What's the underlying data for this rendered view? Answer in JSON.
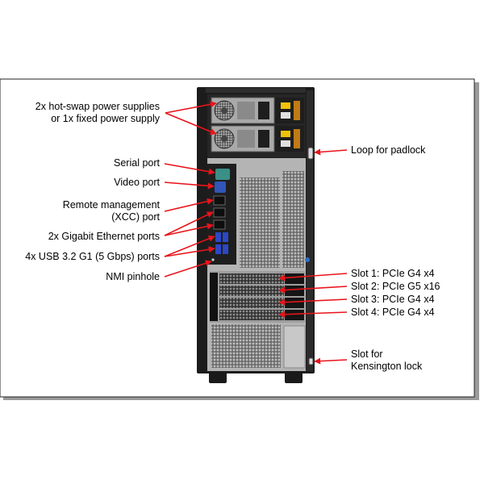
{
  "labels": {
    "left": {
      "power": [
        "2x hot-swap power supplies",
        "or 1x fixed power supply"
      ],
      "serial": "Serial port",
      "video": "Video port",
      "remote": [
        "Remote management",
        "(XCC) port"
      ],
      "ethernet": "2x Gigabit Ethernet ports",
      "usb": "4x USB 3.2 G1 (5 Gbps) ports",
      "nmi": "NMI pinhole"
    },
    "right": {
      "padlock": "Loop for padlock",
      "slot1": "Slot 1: PCIe G4 x4",
      "slot2": "Slot 2: PCIe G5 x16",
      "slot3": "Slot 3: PCIe G4 x4",
      "slot4": "Slot 4: PCIe G4 x4",
      "kensington": [
        "Slot for",
        "Kensington lock"
      ]
    }
  },
  "colors": {
    "callout": "#e8141b",
    "chassis": "#1c1c1c",
    "panel": "#b4b4b4",
    "frame_shadow": "#9a9a9a"
  }
}
